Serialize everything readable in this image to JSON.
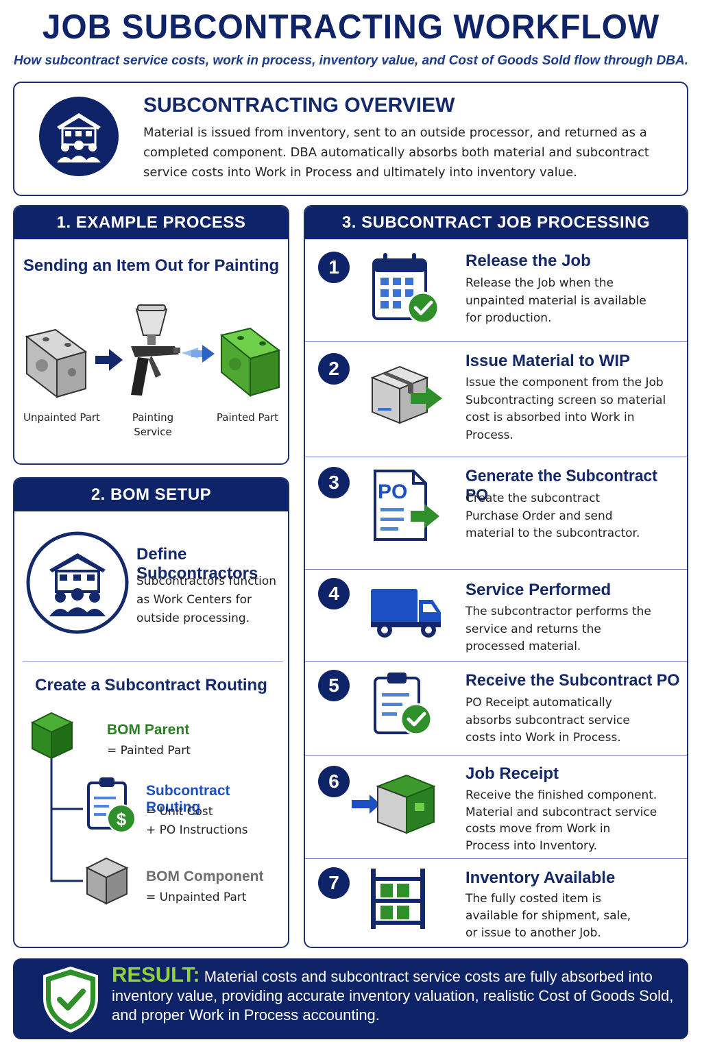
{
  "header": {
    "title": "JOB SUBCONTRACTING WORKFLOW",
    "subtitle": "How subcontract service costs, work in process, inventory value, and Cost of Goods Sold flow through DBA."
  },
  "overview": {
    "title": "SUBCONTRACTING OVERVIEW",
    "text": "Material is issued from inventory, sent to an outside processor, and returned as a completed component. DBA automatically absorbs both material and subcontract service costs into Work in Process and ultimately into inventory value.",
    "icon": "warehouse-people-icon"
  },
  "example_process": {
    "heading": "1. EXAMPLE PROCESS",
    "subheading": "Sending an Item Out for Painting",
    "captions": {
      "unpainted": "Unpainted Part",
      "service": "Painting Service",
      "painted": "Painted Part"
    }
  },
  "bom_setup": {
    "heading": "2. BOM SETUP",
    "define_title": "Define Subcontractors",
    "define_text": "Subcontractors function as Work Centers for outside processing.",
    "routing_title": "Create a Subcontract Routing",
    "parent_label": "BOM Parent",
    "parent_value": "= Painted Part",
    "routing_label": "Subcontract Routing",
    "routing_value1": "= Unit Cost",
    "routing_value2": "+ PO Instructions",
    "component_label": "BOM Component",
    "component_value": "= Unpainted Part"
  },
  "processing": {
    "heading": "3. SUBCONTRACT JOB PROCESSING",
    "steps": [
      {
        "num": "1",
        "title": "Release the Job",
        "text": "Release the Job when the unpainted material is available for production.",
        "icon": "calendar-check-icon"
      },
      {
        "num": "2",
        "title": "Issue Material to WIP",
        "text": "Issue the component from the Job Subcontracting screen so material cost is absorbed into Work in Process.",
        "icon": "box-arrow-icon"
      },
      {
        "num": "3",
        "title": "Generate the Subcontract PO",
        "text": "Create the subcontract Purchase Order and send material to the subcontractor.",
        "icon": "po-document-icon",
        "icon_text": "PO"
      },
      {
        "num": "4",
        "title": "Service Performed",
        "text": "The subcontractor performs the service and returns the processed material.",
        "icon": "truck-icon"
      },
      {
        "num": "5",
        "title": "Receive the Subcontract PO",
        "text": "PO Receipt automatically absorbs subcontract service costs into Work in Process.",
        "icon": "clipboard-check-icon"
      },
      {
        "num": "6",
        "title": "Job Receipt",
        "text": "Receive the finished component. Material and subcontract service costs move from Work in Process into Inventory.",
        "icon": "green-box-arrow-icon"
      },
      {
        "num": "7",
        "title": "Inventory Available",
        "text": "The fully costed item is available for shipment, sale, or issue to another Job.",
        "icon": "shelf-icon"
      }
    ]
  },
  "result": {
    "label": "RESULT:",
    "text": "Material costs and subcontract service costs are fully absorbed into inventory value, providing accurate inventory valuation, realistic Cost of Goods Sold, and proper Work in Process accounting.",
    "icon": "shield-check-icon"
  },
  "colors": {
    "navy": "#0f2468",
    "accent_blue": "#1b4fc2",
    "green": "#2f8f2a",
    "result_green": "#8fd23a"
  }
}
